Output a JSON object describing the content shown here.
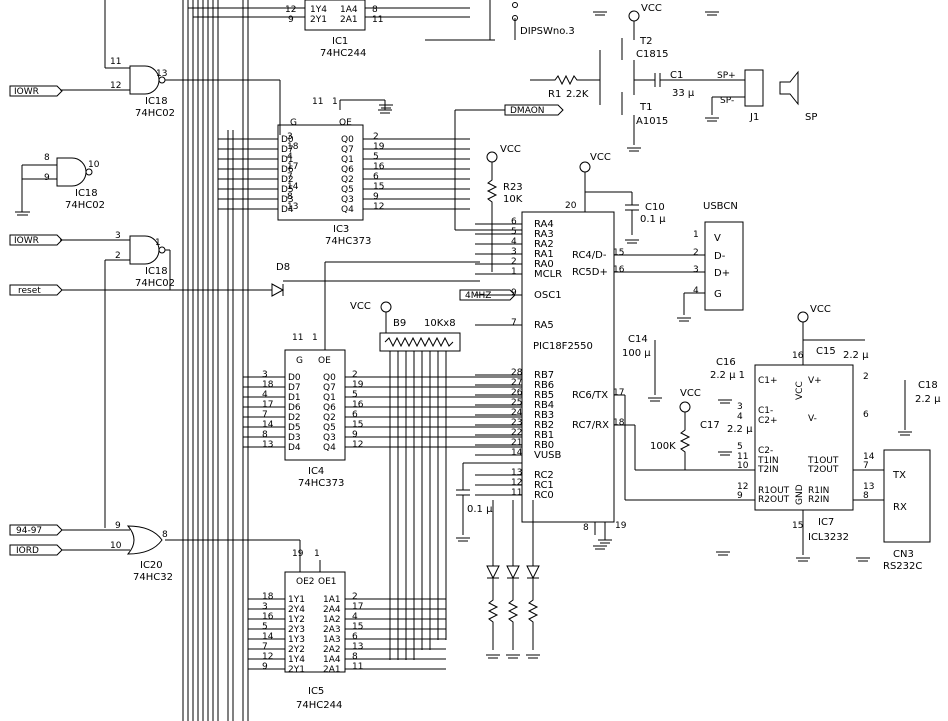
{
  "ics": {
    "ic1": {
      "name": "IC1",
      "part": "74HC244"
    },
    "ic3": {
      "name": "IC3",
      "part": "74HC373"
    },
    "ic4": {
      "name": "IC4",
      "part": "74HC373"
    },
    "ic5": {
      "name": "IC5",
      "part": "74HC244"
    },
    "ic7": {
      "name": "IC7",
      "part": "ICL3232"
    },
    "ic18a": {
      "name": "IC18",
      "part": "74HC02"
    },
    "ic18b": {
      "name": "IC18",
      "part": "74HC02"
    },
    "ic18c": {
      "name": "IC18",
      "part": "74HC02"
    },
    "ic20": {
      "name": "IC20",
      "part": "74HC32"
    },
    "pic": {
      "part": "PIC18F2550"
    }
  },
  "signals": {
    "iowr1": "IOWR",
    "iowr2": "IOWR",
    "reset": "reset",
    "s9497": "94-97",
    "iord": "IORD",
    "dmaon": "DMAON",
    "mhz": "4MHZ"
  },
  "power": {
    "vcc": "VCC"
  },
  "parts": {
    "dipsw": "DIPSWno.3",
    "t2": "T2",
    "t2p": "C1815",
    "t1": "T1",
    "t1p": "A1015",
    "r1": "R1",
    "r1v": "2.2K",
    "c1": "C1",
    "c1v": "33 μ",
    "j1": "J1",
    "spp": "SP+",
    "spm": "SP-",
    "sp": "SP",
    "r23": "R23",
    "r23v": "10K",
    "c10": "C10",
    "c10v": "0.1 μ",
    "usbcn": "USBCN",
    "d8": "D8",
    "b9": "B9",
    "b9v": "10Kx8",
    "c14": "C14",
    "c14v": "100 μ",
    "c15": "C15",
    "c15v": "2.2 μ",
    "c16": "C16",
    "c16v": "2.2 μ 1",
    "c17": "C17",
    "c17v": "2.2 μ",
    "c18": "C18",
    "c18v": "2.2 μ",
    "r100k": "100K",
    "cvusb": "0.1 μ",
    "cn3": "CN3",
    "cn3p": "RS232C",
    "tx": "TX",
    "rx": "RX"
  },
  "ic373_pins": {
    "left": [
      "D0",
      "D7",
      "D1",
      "D6",
      "D2",
      "D5",
      "D3",
      "D4"
    ],
    "left_nums": [
      "3",
      "18",
      "4",
      "17",
      "7",
      "14",
      "8",
      "13"
    ],
    "right": [
      "Q0",
      "Q7",
      "Q1",
      "Q6",
      "Q2",
      "Q5",
      "Q3",
      "Q4"
    ],
    "right_nums": [
      "2",
      "19",
      "5",
      "16",
      "6",
      "15",
      "9",
      "12"
    ],
    "g": "G",
    "oe": "OE",
    "g_pin": "11",
    "oe_pin": "1"
  },
  "ic244_pins": {
    "left": [
      "1Y1",
      "2Y4",
      "1Y2",
      "2Y3",
      "1Y3",
      "2Y2",
      "1Y4",
      "2Y1"
    ],
    "left_nums": [
      "18",
      "3",
      "16",
      "5",
      "14",
      "7",
      "12",
      "9"
    ],
    "right": [
      "1A1",
      "2A4",
      "1A2",
      "2A3",
      "1A3",
      "2A2",
      "1A4",
      "2A1"
    ],
    "right_nums": [
      "2",
      "17",
      "4",
      "15",
      "6",
      "13",
      "8",
      "11"
    ],
    "oe2": "OE2",
    "oe1": "OE1",
    "oe2_pin": "19",
    "oe1_pin": "1"
  },
  "ic1_top": {
    "left": [
      "1Y4",
      "2Y1"
    ],
    "left_nums": [
      "12",
      "9"
    ],
    "right": [
      "1A4",
      "2A1"
    ],
    "right_nums": [
      "8",
      "11"
    ]
  },
  "pic_pins": {
    "left": [
      "RA4",
      "RA3",
      "RA2",
      "RA1",
      "RA0",
      "MCLR",
      "OSC1",
      "RA5",
      "RB7",
      "RB6",
      "RB5",
      "RB4",
      "RB3",
      "RB2",
      "RB1",
      "RB0",
      "VUSB",
      "RC2",
      "RC1",
      "RC0"
    ],
    "left_nums": [
      "6",
      "5",
      "4",
      "3",
      "2",
      "1",
      "9",
      "7",
      "28",
      "27",
      "26",
      "25",
      "24",
      "23",
      "22",
      "21",
      "14",
      "13",
      "12",
      "11"
    ],
    "right": [
      "RC4/D-",
      "RC5D+",
      "RC6/TX",
      "RC7/RX"
    ],
    "right_nums": [
      "15",
      "16",
      "17",
      "18"
    ],
    "top_num": "20",
    "gnd_nums": [
      "8",
      "19"
    ]
  },
  "usb_pins": {
    "names": [
      "V",
      "D-",
      "D+",
      "G"
    ],
    "nums": [
      "1",
      "2",
      "3",
      "4"
    ]
  },
  "icl_pins": {
    "left": [
      "C1+",
      "C1-",
      "C2+",
      "C2-",
      "T1IN",
      "T2IN",
      "R1OUT",
      "R2OUT"
    ],
    "left_nums": [
      "",
      "3",
      "4",
      "5",
      "11",
      "10",
      "12",
      "9"
    ],
    "right": [
      "V+",
      "V-",
      "T1OUT",
      "T2OUT",
      "R1IN",
      "R2IN"
    ],
    "right_nums": [
      "2",
      "6",
      "14",
      "7",
      "13",
      "8"
    ],
    "vcc": "VCC",
    "gnd": "GND",
    "vcc_pin": "16",
    "gnd_pin": "15"
  },
  "gate_pins": {
    "ic18a": [
      "11",
      "12",
      "13"
    ],
    "ic18b": [
      "8",
      "9",
      "10"
    ],
    "ic18c": [
      "3",
      "2",
      "1"
    ],
    "ic20": [
      "9",
      "10",
      "8"
    ]
  }
}
